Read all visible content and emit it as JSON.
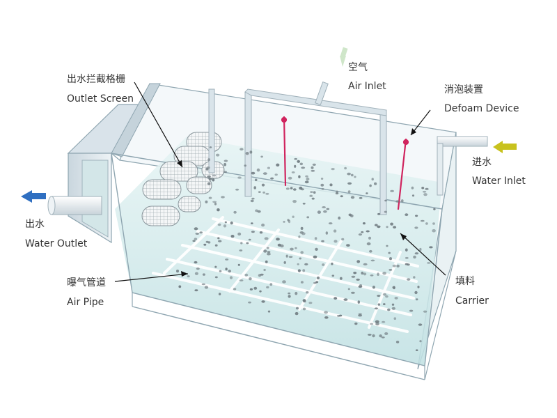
{
  "colors": {
    "water": "#cfe9ea",
    "tank_edge": "#8ea5b0",
    "inlet_arrow": "#c8c21e",
    "outlet_arrow": "#2f6fc1",
    "air_arrow": "#cfe6c9",
    "defoam": "#d0245e",
    "carrier": "#6f7a80",
    "leader": "#111111"
  },
  "labels": {
    "outlet_screen": {
      "cn": "出水拦截格栅",
      "en": "Outlet Screen"
    },
    "air_inlet": {
      "cn": "空气",
      "en": "Air Inlet"
    },
    "defoam_device": {
      "cn": "消泡装置",
      "en": "Defoam Device"
    },
    "water_inlet": {
      "cn": "进水",
      "en": "Water Inlet"
    },
    "water_outlet": {
      "cn": "出水",
      "en": "Water Outlet"
    },
    "air_pipe": {
      "cn": "曝气管道",
      "en": "Air Pipe"
    },
    "carrier": {
      "cn": "填料",
      "en": "Carrier"
    }
  }
}
